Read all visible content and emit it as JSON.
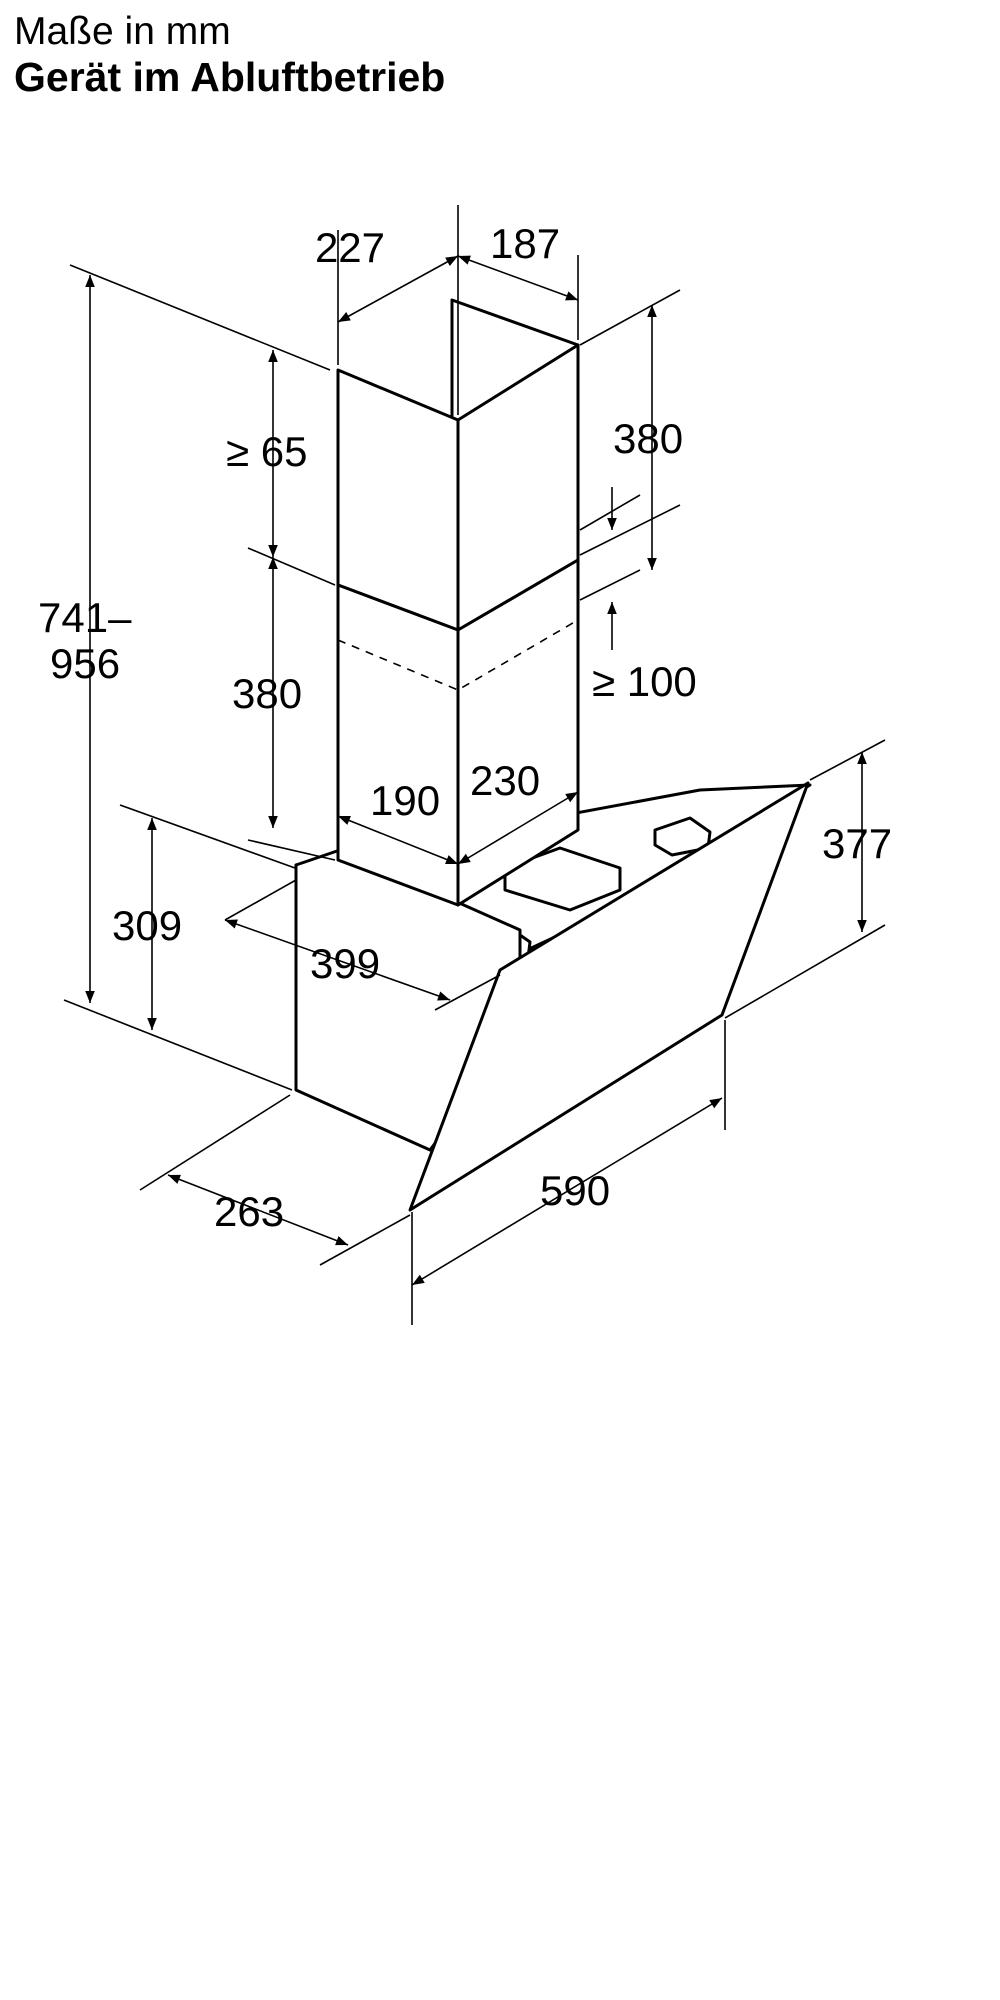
{
  "header": {
    "subtitle": "Maße in mm",
    "title": "Gerät im Abluftbetrieb"
  },
  "dimensions": {
    "chimney_width": "227",
    "chimney_depth": "187",
    "upper_min_gap": "≥ 65",
    "upper_chimney_height": "380",
    "right_chimney_height": "380",
    "top_clearance": "≥ 100",
    "total_height_line1": "741–",
    "total_height_line2": "956",
    "inner_width": "190",
    "inner_depth": "230",
    "body_height": "309",
    "body_depth_top": "399",
    "glass_height": "377",
    "body_depth_bottom": "263",
    "overall_width": "590"
  }
}
